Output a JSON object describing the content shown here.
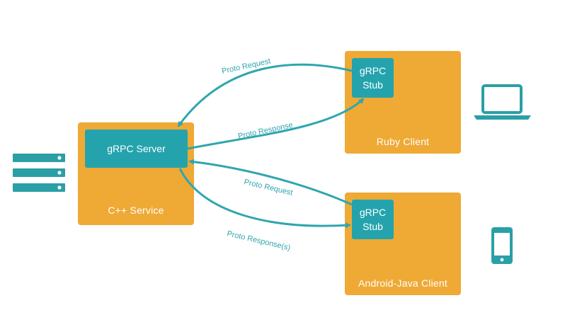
{
  "colors": {
    "service_orange": "#efa935",
    "stub_teal": "#24a3ad",
    "arrow_teal": "#2fa6af",
    "icon_teal": "#2a9fa6"
  },
  "server": {
    "service_label": "C++ Service",
    "component_label": "gRPC Server",
    "icon": "server-rack-icon"
  },
  "ruby": {
    "client_label": "Ruby Client",
    "stub_label_line1": "gRPC",
    "stub_label_line2": "Stub",
    "icon": "laptop-icon"
  },
  "android": {
    "client_label": "Android-Java Client",
    "stub_label_line1": "gRPC",
    "stub_label_line2": "Stub",
    "icon": "phone-icon"
  },
  "edges": {
    "ruby_request": "Proto Request",
    "ruby_response": "Proto Response",
    "android_request": "Proto Request",
    "android_response": "Proto Response(s)"
  }
}
